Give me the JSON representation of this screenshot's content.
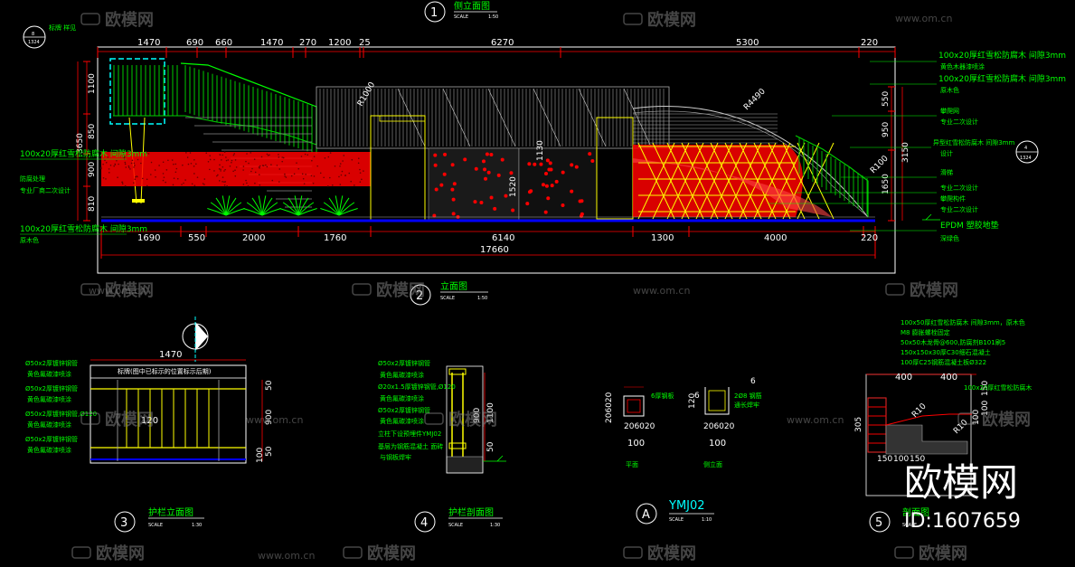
{
  "colors": {
    "background": "#000000",
    "frame": "#ffffff",
    "dimension": "#ff0000",
    "annotation": "#00ff00",
    "rail": "#00cc00",
    "red_fill": "#ff0000",
    "yellow": "#ffff00",
    "cyan": "#00ffff",
    "blue_base": "#0000ff",
    "watermark": "#8a8a8a"
  },
  "main_elevation": {
    "number": "1",
    "title": "侧立面图",
    "scale_label": "SCALE",
    "scale_value": "1:50",
    "ref_tag_top": "8",
    "ref_tag_bottom": "1324",
    "ref_tag_label": "标牌\n样见",
    "ref_tag_side_top": "4",
    "ref_tag_side_bottom": "1324",
    "top_dims": [
      "1470",
      "690",
      "660",
      "1470",
      "270",
      "1200",
      "25",
      "6270",
      "5300",
      "220"
    ],
    "bottom_dims": [
      "1690",
      "550",
      "2000",
      "1760",
      "6140",
      "1300",
      "4000",
      "220"
    ],
    "total_dim": "17660",
    "left_dims": [
      "1100",
      "850",
      "900",
      "810"
    ],
    "left_total": "3650",
    "right_dims": [
      "550",
      "950",
      "1650"
    ],
    "right_total": "3150",
    "radius_labels": [
      "R1000",
      "R4490",
      "R100"
    ],
    "inner_dims": [
      "1520",
      "1130"
    ],
    "left_notes": [
      "100x20厚红雪松防腐木 间隙3mm",
      "防腐处理",
      "专业厂商二次设计",
      "100x20厚红雪松防腐木 间隙3mm",
      "原木色"
    ],
    "right_notes": [
      "100x20厚红雪松防腐木 间隙3mm",
      "黄色木器漆喷涂",
      "100x20厚红雪松防腐木 间隙3mm",
      "原木色",
      "攀爬网",
      "专业二次设计",
      "异型红雪松防腐木 间隙3mm",
      "设计",
      "滑梯",
      "专业二次设计",
      "攀爬构件",
      "专业二次设计",
      "EPDM 塑胶地垫",
      "深绿色"
    ]
  },
  "detail_2": {
    "number": "2",
    "title": "立面图",
    "scale_label": "SCALE",
    "scale_value": "1:50"
  },
  "detail_3": {
    "number": "3",
    "title": "护栏立面图",
    "scale_label": "SCALE",
    "scale_value": "1:30",
    "top_dim": "1470",
    "header_note": "标牌(图中已标示的位置标示后期)",
    "center_dim": "120",
    "right_dims": [
      "50",
      "900",
      "50",
      "100"
    ],
    "notes": [
      "Ø50x2厚镀锌钢管",
      "黄色氟碳漆喷涂",
      "Ø50x2厚镀锌钢管",
      "黄色氟碳漆喷涂",
      "Ø50x2厚镀锌钢管,Ø120",
      "黄色氟碳漆喷涂",
      "Ø50x2厚镀锌钢管",
      "黄色氟碳漆喷涂"
    ]
  },
  "detail_4": {
    "number": "4",
    "title": "护栏剖面图",
    "scale_label": "SCALE",
    "scale_value": "1:30",
    "notes": [
      "Ø50x2厚镀锌钢管",
      "黄色氟碳漆喷涂",
      "Ø20x1.5厚镀锌钢管,Ø120",
      "黄色氟碳漆喷涂",
      "Ø50x2厚镀锌钢管",
      "黄色氟碳漆喷涂",
      "立柱下设预埋件YMJ02",
      "基层为钢筋混凝土 面砖",
      "与钢板焊牢"
    ],
    "right_dims": [
      "900",
      "1100",
      "50"
    ]
  },
  "detail_A": {
    "letter": "A",
    "title": "YMJ02",
    "scale_label": "SCALE",
    "scale_value": "1:10",
    "plan_label": "平面",
    "side_label": "侧立面",
    "plan_notes": [
      "6厚钢板"
    ],
    "side_notes": [
      "6",
      "2Ø8 钢筋",
      "通长焊牢"
    ],
    "plan_dims": [
      "206020",
      "100",
      "20",
      "20",
      "60"
    ],
    "side_dims": [
      "120",
      "6",
      "206020",
      "100"
    ]
  },
  "detail_5": {
    "number": "5",
    "title": "剖面图",
    "scale_label": "SCALE",
    "notes": [
      "100x50厚红雪松防腐木 间隙3mm，原木色",
      "M8 膨胀螺栓固定",
      "50x50木龙骨@600,防腐剂B101刷5",
      "150x150x30厚C30细石混凝土",
      "100厚C25钢筋混凝土板Ø322",
      "100x20厚红雪松防腐木"
    ],
    "dims": [
      "400",
      "400",
      "R10",
      "R10",
      "150",
      "100",
      "150",
      "150",
      "100",
      "100",
      "305"
    ]
  },
  "watermark": {
    "brand_cn": "欧模网",
    "url": "www.om.cn",
    "logo_mark": "sofa-icon"
  },
  "footer_brand": {
    "name": "欧模网",
    "id_label": "ID:1607659"
  }
}
